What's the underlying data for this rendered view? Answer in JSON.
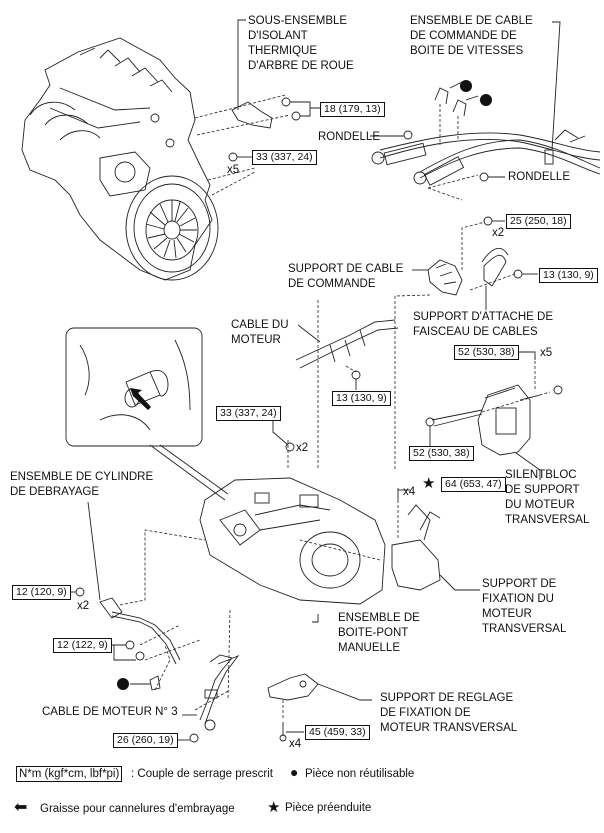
{
  "diagram": {
    "title": "",
    "parts": {
      "heat_insulator": "SOUS-ENSEMBLE\nD'ISOLANT\nTHERMIQUE\nD'ARBRE DE ROUE",
      "shift_cable": "ENSEMBLE DE CABLE\nDE COMMANDE DE\nBOITE DE VITESSES",
      "washer_left": "RONDELLE",
      "washer_right": "RONDELLE",
      "control_cable_bracket": "SUPPORT DE CABLE\nDE COMMANDE",
      "harness_clamp_bracket": "SUPPORT D'ATTACHE DE\nFAISCEAU DE CABLES",
      "engine_wire": "CABLE DU\nMOTEUR",
      "transverse_mount_insulator": "SILENTBLOC\nDE SUPPORT\nDU MOTEUR\nTRANSVERSAL",
      "clutch_cylinder": "ENSEMBLE DE CYLINDRE\nDE DEBRAYAGE",
      "transverse_mount_bracket": "SUPPORT DE\nFIXATION DU\nMOTEUR\nTRANSVERSAL",
      "manual_transaxle": "ENSEMBLE DE\nBOITE-PONT\nMANUELLE",
      "engine_wire_no3": "CABLE DE MOTEUR N° 3",
      "transverse_mount_adjust": "SUPPORT DE REGLAGE\nDE FIXATION DE\nMOTEUR TRANSVERSAL"
    },
    "torques": {
      "t_insulator": "18 (179, 13)",
      "t_engine_bolts": "33 (337, 24)",
      "t_cable_bracket": "25 (250, 18)",
      "t_clamp_bracket": "13 (130, 9)",
      "t_insulator_top": "52 (530, 38)",
      "t_engine_wire": "13 (130, 9)",
      "t_trans_bolts": "33 (337, 24)",
      "t_insulator_bolt": "52 (530, 38)",
      "t_mount_bracket": "64 (653, 47)",
      "t_clutch_cyl": "12 (120, 9)",
      "t_clamp_low": "12 (122, 9)",
      "t_wire_no3": "26 (260, 19)",
      "t_adjust": "45 (459, 33)"
    },
    "quantities": {
      "q_engine_bolts": "x5",
      "q_cable_bracket": "x2",
      "q_insulator_top": "x5",
      "q_trans_bolts": "x2",
      "q_mount_bracket": "x4",
      "q_clutch_cyl": "x2",
      "q_adjust": "x4"
    }
  },
  "legend": {
    "torque_unit": "N*m (kgf*cm, lbf*pi)",
    "torque_desc": ": Couple de serrage prescrit",
    "non_reusable": "Pièce non réutilisable",
    "grease": "Graisse pour cannelures d'embrayage",
    "precoated": "Pièce préenduite"
  },
  "symbols": {
    "non_reusable_icon": "●",
    "precoated_icon": "★",
    "grease_icon": "⬅"
  }
}
